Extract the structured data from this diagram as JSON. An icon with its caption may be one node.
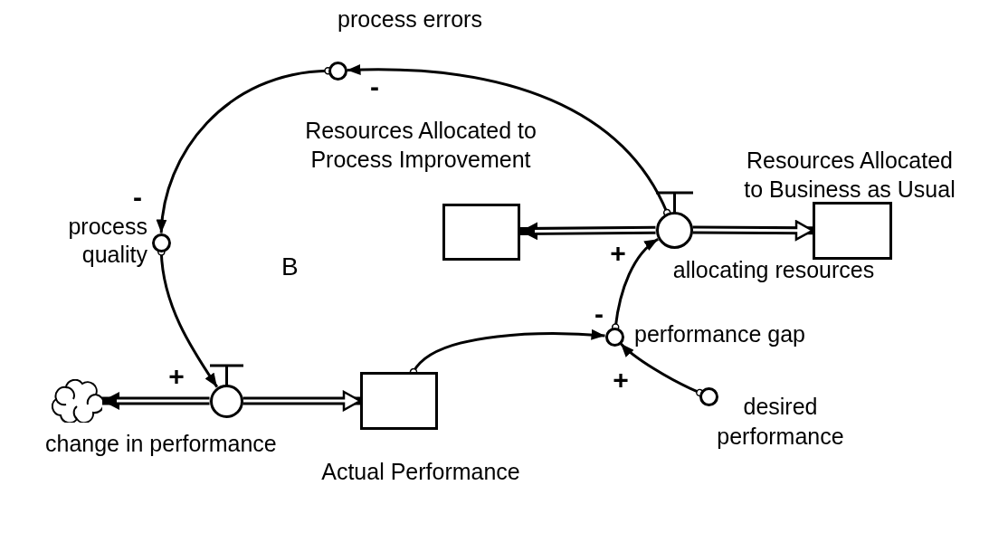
{
  "diagram": {
    "nodes": [
      {
        "text": [],
        "shape": "cloud"
      },
      {
        "text": [
          "change in performance"
        ]
      },
      {
        "text": [
          "Actual Performance"
        ]
      },
      {
        "text": [
          "performance gap"
        ]
      },
      {
        "text": [
          "desired performance"
        ]
      },
      {
        "text": [
          "allocating resources"
        ]
      },
      {
        "text": [
          "Resources Allocated to Process Improvement"
        ]
      },
      {
        "text": [
          "Resources Allocated to Business as Usual"
        ]
      },
      {
        "text": [
          "process errors"
        ]
      },
      {
        "text": [
          "process quality"
        ]
      }
    ],
    "edges": [
      {
        "from": 1,
        "to": 0,
        "arrow": "to",
        "style": "thick"
      },
      {
        "from": 1,
        "to": 2,
        "arrow": "to",
        "style": "thick"
      },
      {
        "from": 5,
        "to": 6,
        "arrow": "to",
        "style": "thick"
      },
      {
        "from": 5,
        "to": 7,
        "arrow": "to",
        "style": "thick"
      },
      {
        "from": 2,
        "to": 3,
        "arrow": "to",
        "label": "-"
      },
      {
        "from": 4,
        "to": 3,
        "arrow": "to",
        "label": "+"
      },
      {
        "from": 3,
        "to": 5,
        "arrow": "to",
        "label": "+"
      },
      {
        "from": 5,
        "to": 8,
        "arrow": "to",
        "label": "-"
      },
      {
        "from": 8,
        "to": 9,
        "arrow": "to",
        "label": "-"
      },
      {
        "from": 9,
        "to": 1,
        "arrow": "to",
        "label": "+"
      }
    ],
    "labels": [
      "B"
    ]
  }
}
